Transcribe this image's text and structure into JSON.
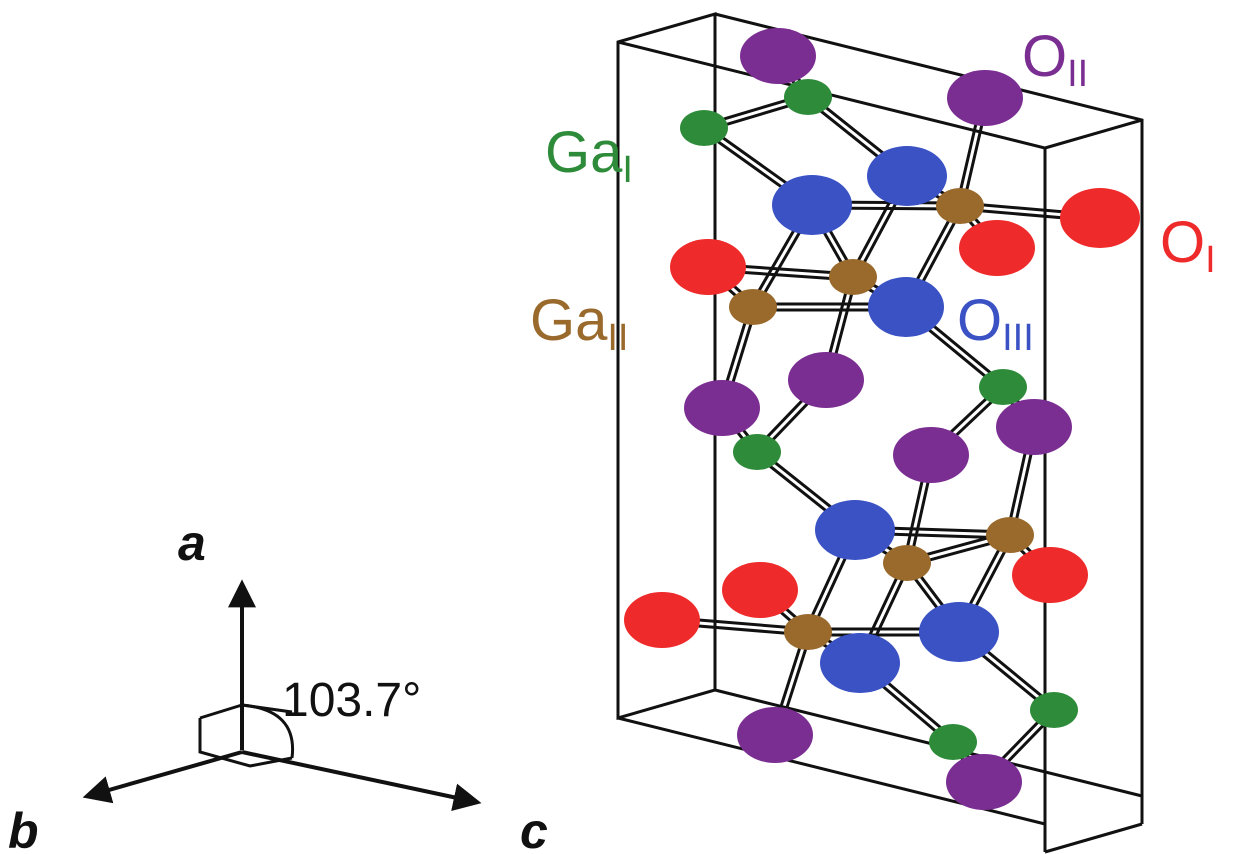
{
  "colors": {
    "ga_one": "#2e8b3a",
    "ga_two": "#9a6a2c",
    "o_one": "#ee2a2a",
    "o_two": "#7b2e92",
    "o_three": "#3a52c4",
    "frame": "#111111"
  },
  "labels": {
    "o_two": {
      "main": "O",
      "sub": "II"
    },
    "ga_one": {
      "main": "Ga",
      "sub": "I"
    },
    "o_one": {
      "main": "O",
      "sub": "I"
    },
    "ga_two": {
      "main": "Ga",
      "sub": "II"
    },
    "o_three": {
      "main": "O",
      "sub": "III"
    }
  },
  "axes": {
    "a": "a",
    "b": "b",
    "c": "c",
    "angle": "103.7°"
  }
}
